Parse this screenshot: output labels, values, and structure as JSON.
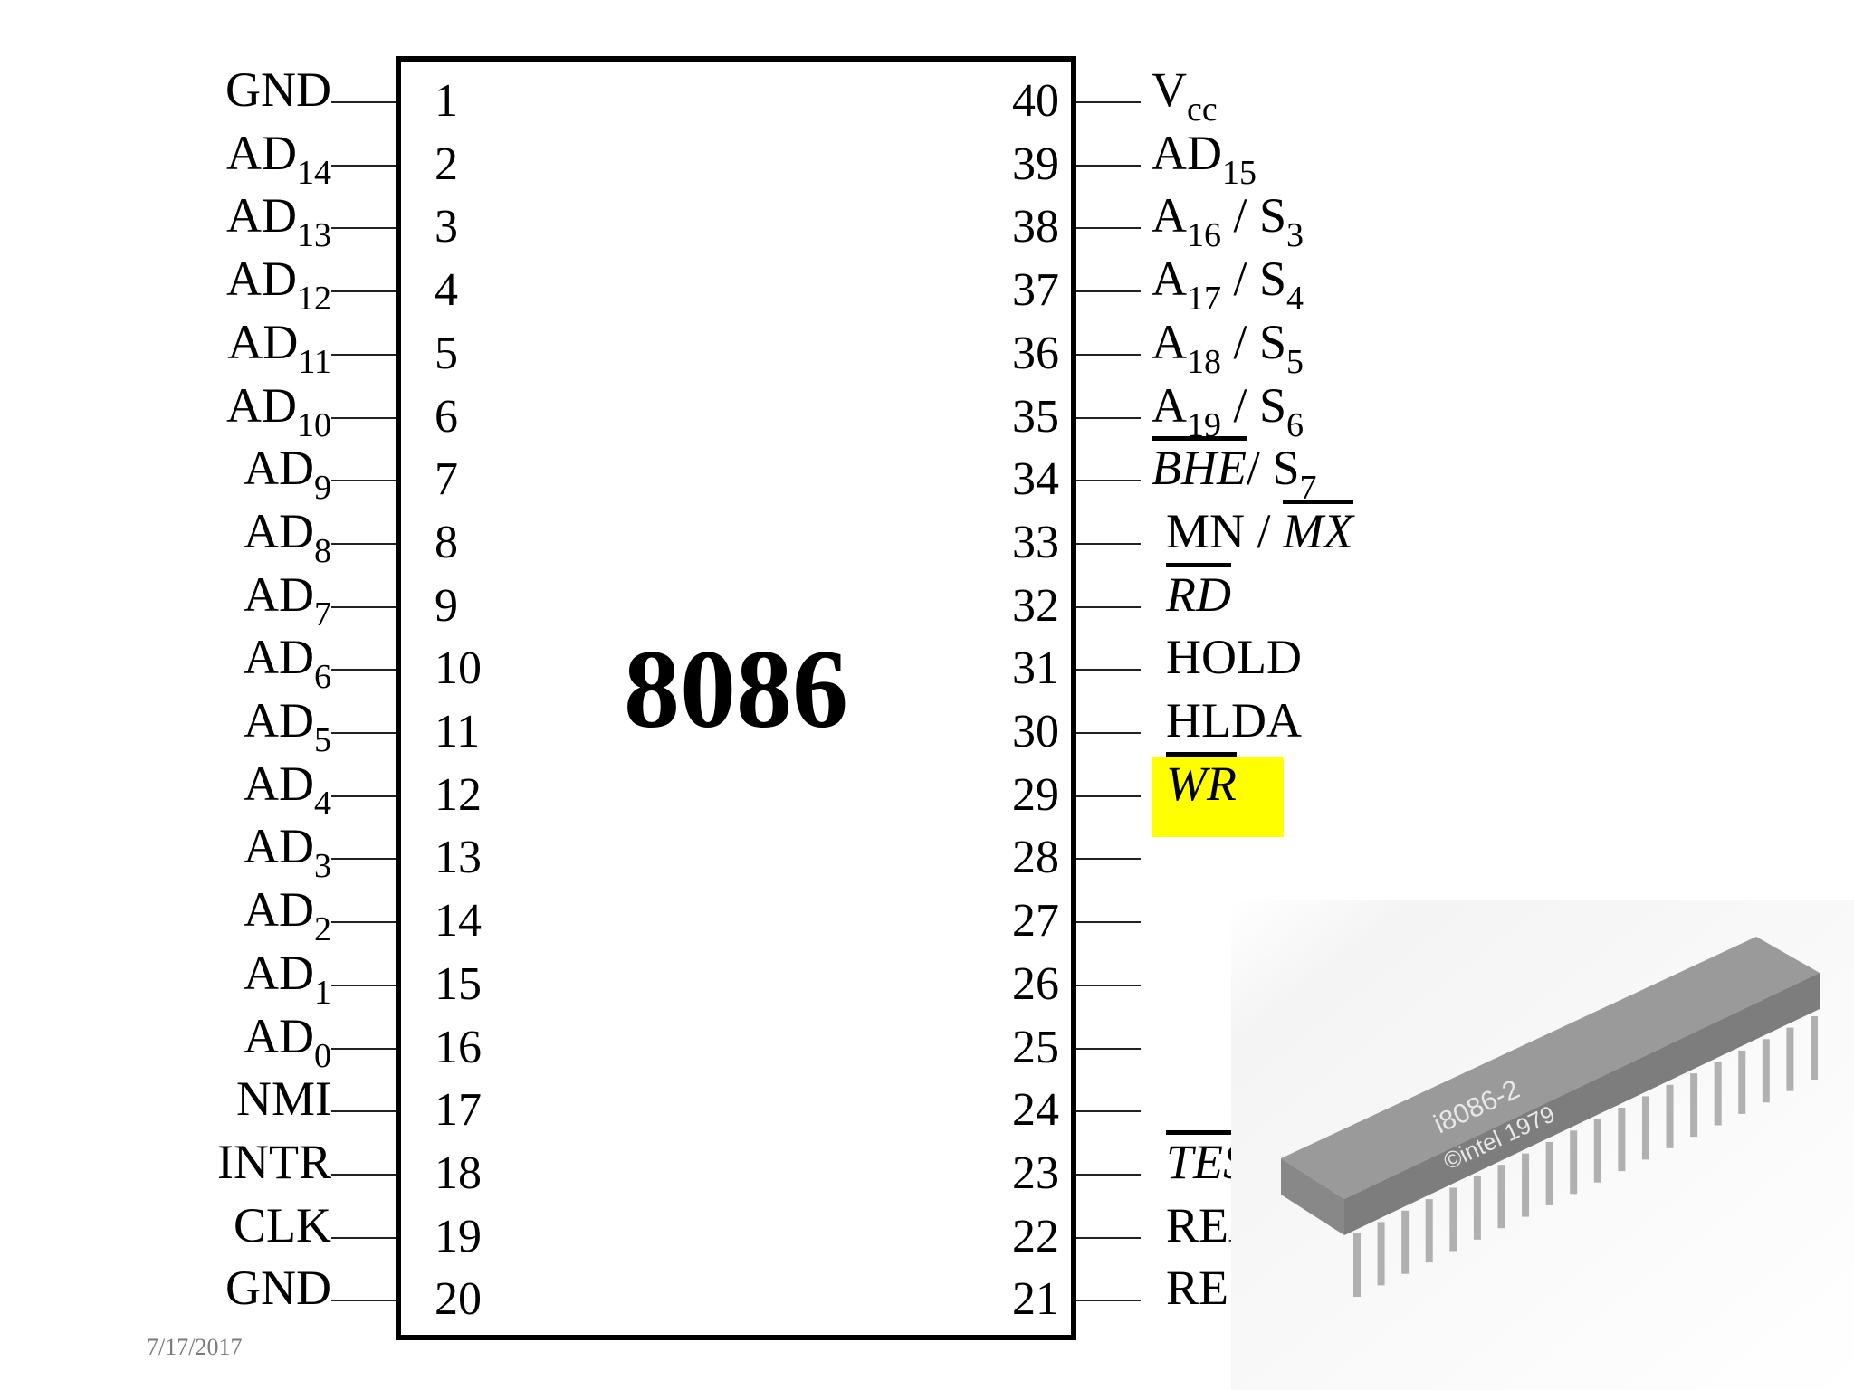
{
  "chip": {
    "title": "8086"
  },
  "date": "7/17/2017",
  "colors": {
    "highlight": "#ffff00",
    "outline": "#000000"
  },
  "left_pins": [
    {
      "num": "1",
      "base": "GND",
      "sub": ""
    },
    {
      "num": "2",
      "base": "AD",
      "sub": "14"
    },
    {
      "num": "3",
      "base": "AD",
      "sub": "13"
    },
    {
      "num": "4",
      "base": "AD",
      "sub": "12"
    },
    {
      "num": "5",
      "base": "AD",
      "sub": "11"
    },
    {
      "num": "6",
      "base": "AD",
      "sub": "10"
    },
    {
      "num": "7",
      "base": "AD",
      "sub": "9"
    },
    {
      "num": "8",
      "base": "AD",
      "sub": "8"
    },
    {
      "num": "9",
      "base": "AD",
      "sub": "7"
    },
    {
      "num": "10",
      "base": "AD",
      "sub": "6"
    },
    {
      "num": "11",
      "base": "AD",
      "sub": "5"
    },
    {
      "num": "12",
      "base": "AD",
      "sub": "4"
    },
    {
      "num": "13",
      "base": "AD",
      "sub": "3"
    },
    {
      "num": "14",
      "base": "AD",
      "sub": "2"
    },
    {
      "num": "15",
      "base": "AD",
      "sub": "1"
    },
    {
      "num": "16",
      "base": "AD",
      "sub": "0"
    },
    {
      "num": "17",
      "base": "NMI",
      "sub": ""
    },
    {
      "num": "18",
      "base": "INTR",
      "sub": ""
    },
    {
      "num": "19",
      "base": "CLK",
      "sub": ""
    },
    {
      "num": "20",
      "base": "GND",
      "sub": ""
    }
  ],
  "right_pins": [
    {
      "num": "40",
      "parts": [
        {
          "t": "V"
        },
        {
          "t": "cc",
          "sub": true
        }
      ]
    },
    {
      "num": "39",
      "parts": [
        {
          "t": "AD"
        },
        {
          "t": "15",
          "sub": true
        }
      ]
    },
    {
      "num": "38",
      "parts": [
        {
          "t": "A"
        },
        {
          "t": "16",
          "sub": true
        },
        {
          "t": " / S"
        },
        {
          "t": "3",
          "sub": true
        }
      ]
    },
    {
      "num": "37",
      "parts": [
        {
          "t": "A"
        },
        {
          "t": "17",
          "sub": true
        },
        {
          "t": " / S"
        },
        {
          "t": "4",
          "sub": true
        }
      ]
    },
    {
      "num": "36",
      "parts": [
        {
          "t": "A"
        },
        {
          "t": "18",
          "sub": true
        },
        {
          "t": " / S"
        },
        {
          "t": "5",
          "sub": true
        }
      ]
    },
    {
      "num": "35",
      "parts": [
        {
          "t": "A"
        },
        {
          "t": "19",
          "sub": true
        },
        {
          "t": " / S"
        },
        {
          "t": "6",
          "sub": true
        }
      ]
    },
    {
      "num": "34",
      "parts": [
        {
          "t": "BHE",
          "over": true
        },
        {
          "t": "/ S"
        },
        {
          "t": "7",
          "sub": true
        }
      ]
    },
    {
      "num": "33",
      "parts": [
        {
          "t": "MN / "
        },
        {
          "t": "MX",
          "over": true
        }
      ]
    },
    {
      "num": "32",
      "parts": [
        {
          "t": "RD",
          "over": true
        }
      ]
    },
    {
      "num": "31",
      "parts": [
        {
          "t": "HOLD"
        }
      ]
    },
    {
      "num": "30",
      "parts": [
        {
          "t": "HLDA"
        }
      ]
    },
    {
      "num": "29",
      "parts": [
        {
          "t": "WR",
          "over": true
        }
      ],
      "highlight": true
    },
    {
      "num": "28",
      "parts": []
    },
    {
      "num": "27",
      "parts": []
    },
    {
      "num": "26",
      "parts": []
    },
    {
      "num": "25",
      "parts": []
    },
    {
      "num": "24",
      "parts": []
    },
    {
      "num": "23",
      "parts": [
        {
          "t": "TEST",
          "over": true
        }
      ]
    },
    {
      "num": "22",
      "parts": [
        {
          "t": "READY"
        }
      ]
    },
    {
      "num": "21",
      "parts": [
        {
          "t": "RESET"
        }
      ]
    }
  ],
  "photo": {
    "chip_marking_line1": "i8086-2",
    "chip_marking_line2": "©intel 1979"
  }
}
